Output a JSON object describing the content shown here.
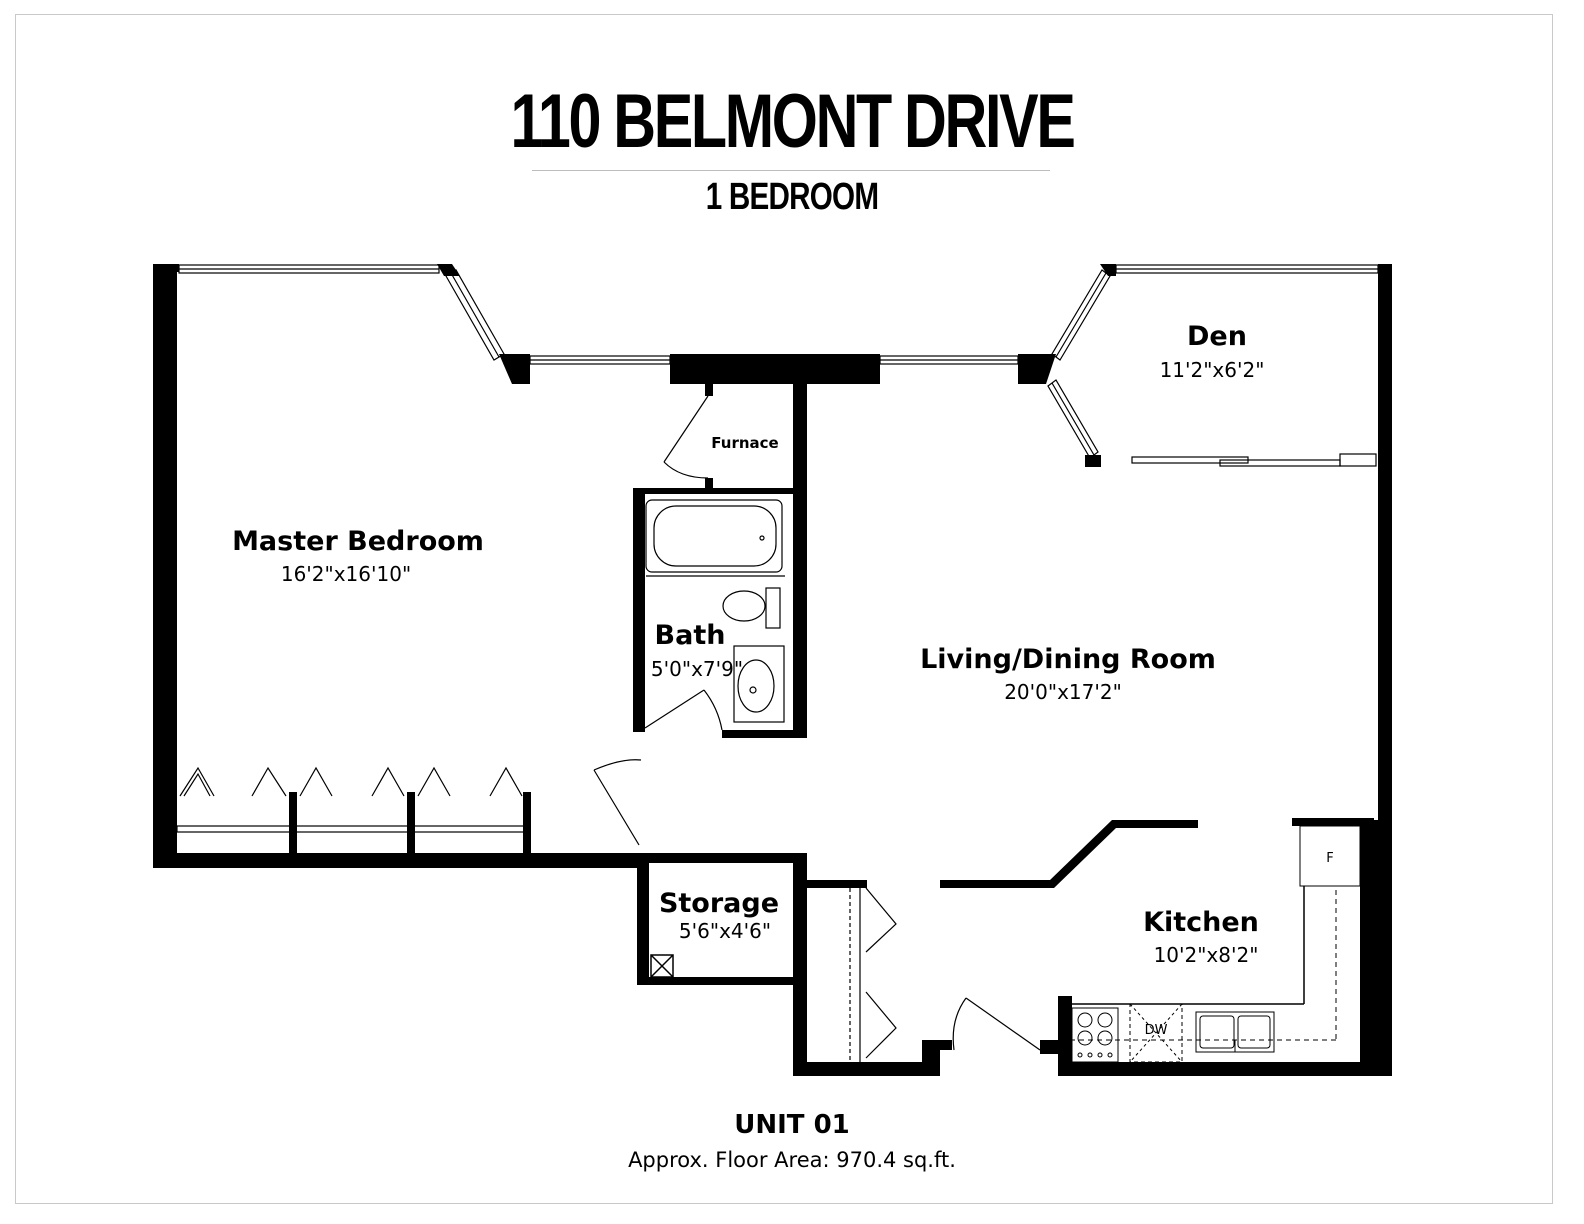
{
  "header": {
    "title": "110 BELMONT DRIVE",
    "subtitle": "1 BEDROOM"
  },
  "rooms": {
    "master_bedroom": {
      "name": "Master Bedroom",
      "dims": "16'2\"x16'10\""
    },
    "den": {
      "name": "Den",
      "dims": "11'2\"x6'2\""
    },
    "furnace": {
      "name": "Furnace"
    },
    "bath": {
      "name": "Bath",
      "dims": "5'0\"x7'9\""
    },
    "living_dining": {
      "name": "Living/Dining Room",
      "dims": "20'0\"x17'2\""
    },
    "storage": {
      "name": "Storage",
      "dims": "5'6\"x4'6\""
    },
    "kitchen": {
      "name": "Kitchen",
      "dims": "10'2\"x8'2\""
    }
  },
  "fixtures": {
    "fridge_label": "F",
    "dishwasher_label": "DW"
  },
  "footer": {
    "unit": "UNIT 01",
    "area": "Approx. Floor Area: 970.4 sq.ft."
  }
}
